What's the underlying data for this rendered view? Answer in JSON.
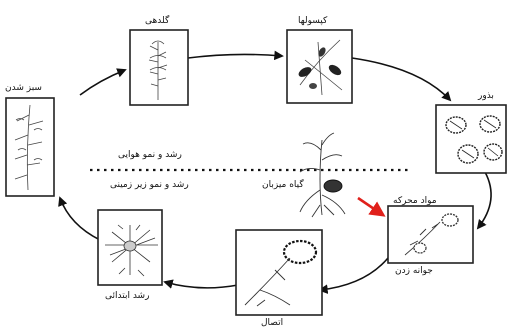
{
  "diagram": {
    "stages": [
      {
        "id": "flowering",
        "label": "گلدهی",
        "icon": "flowering-plant-illustration"
      },
      {
        "id": "capsules",
        "label": "کپسولها",
        "icon": "seed-capsules-illustration"
      },
      {
        "id": "seeds",
        "label": "بذور",
        "icon": "seeds-illustration"
      },
      {
        "id": "germination",
        "label": "جوانه زدن",
        "icon": "germinating-seed-illustration"
      },
      {
        "id": "attachment",
        "label": "اتصال",
        "icon": "haustorium-attachment-illustration"
      },
      {
        "id": "early-growth",
        "label": "رشد ابتدائی",
        "icon": "tubercle-growth-illustration"
      },
      {
        "id": "emergence",
        "label": "سبز شدن",
        "icon": "emerged-shoot-illustration"
      }
    ],
    "aboveground_label": "رشد و نمو هوایی",
    "underground_label": "رشد و نمو زیر زمینی",
    "host_label": "گیاه میزبان",
    "stimulant_label": "مواد محرکه",
    "colors": {
      "line": "#111111",
      "highlight_arrow": "#e0201b",
      "box_border": "#222222"
    }
  }
}
